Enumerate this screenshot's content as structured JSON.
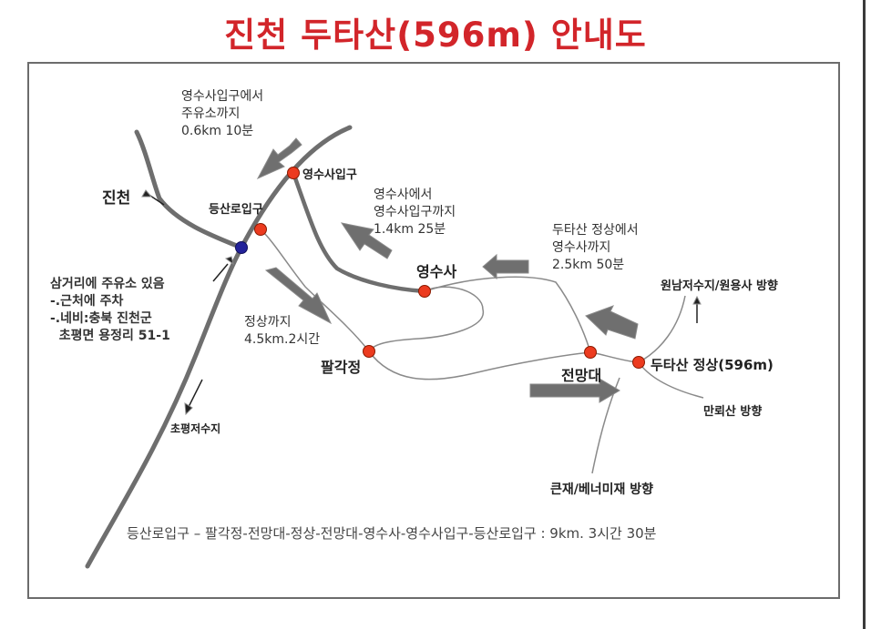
{
  "title": "진천 두타산(596m) 안내도",
  "colors": {
    "title": "#d2252a",
    "trail": "#8a8a8a",
    "road": "#6e6e6e",
    "station": "#ec3b1f",
    "parking": "#23229a",
    "arrow": "#6f6f6f"
  },
  "places": {
    "jincheon": "진천",
    "trailhead": "등산로입구",
    "yeongsusa_entrance": "영수사입구",
    "yeongsusa": "영수사",
    "palgakjeong": "팔각정",
    "jeonmangdae": "전망대",
    "summit": "두타산 정상(596m)",
    "chopyeong_reservoir": "초평저수지",
    "wonnam_direction": "원남저수지/원용사 방향",
    "manroesan_direction": "만뢰산 방향",
    "keunjae_direction": "큰재/베너미재 방향"
  },
  "notes": {
    "entrance_to_gas": "영수사입구에서\n주유소까지\n0.6km 10분",
    "yeongsusa_to_entrance": "영수사에서\n영수사입구까지\n1.4km 25분",
    "summit_to_yeongsusa": "두타산 정상에서\n영수사까지\n2.5km 50분",
    "to_summit": "정상까지\n4.5km.2시간",
    "parking": "삼거리에 주유소 있음\n-.근처에 주차\n-.네비:충북 진천군\n  초평면 용정리 51-1"
  },
  "route_summary": "등산로입구 – 팔각정-전망대-정상-전망대-영수사-영수사입구-등산로입구 : 9km. 3시간 30분",
  "icons": [
    "arrow-up-icon",
    "arrow-down-left-icon",
    "arrow-up-left-icon",
    "arrow-left-icon",
    "arrow-right-icon",
    "arrow-down-right-icon"
  ]
}
